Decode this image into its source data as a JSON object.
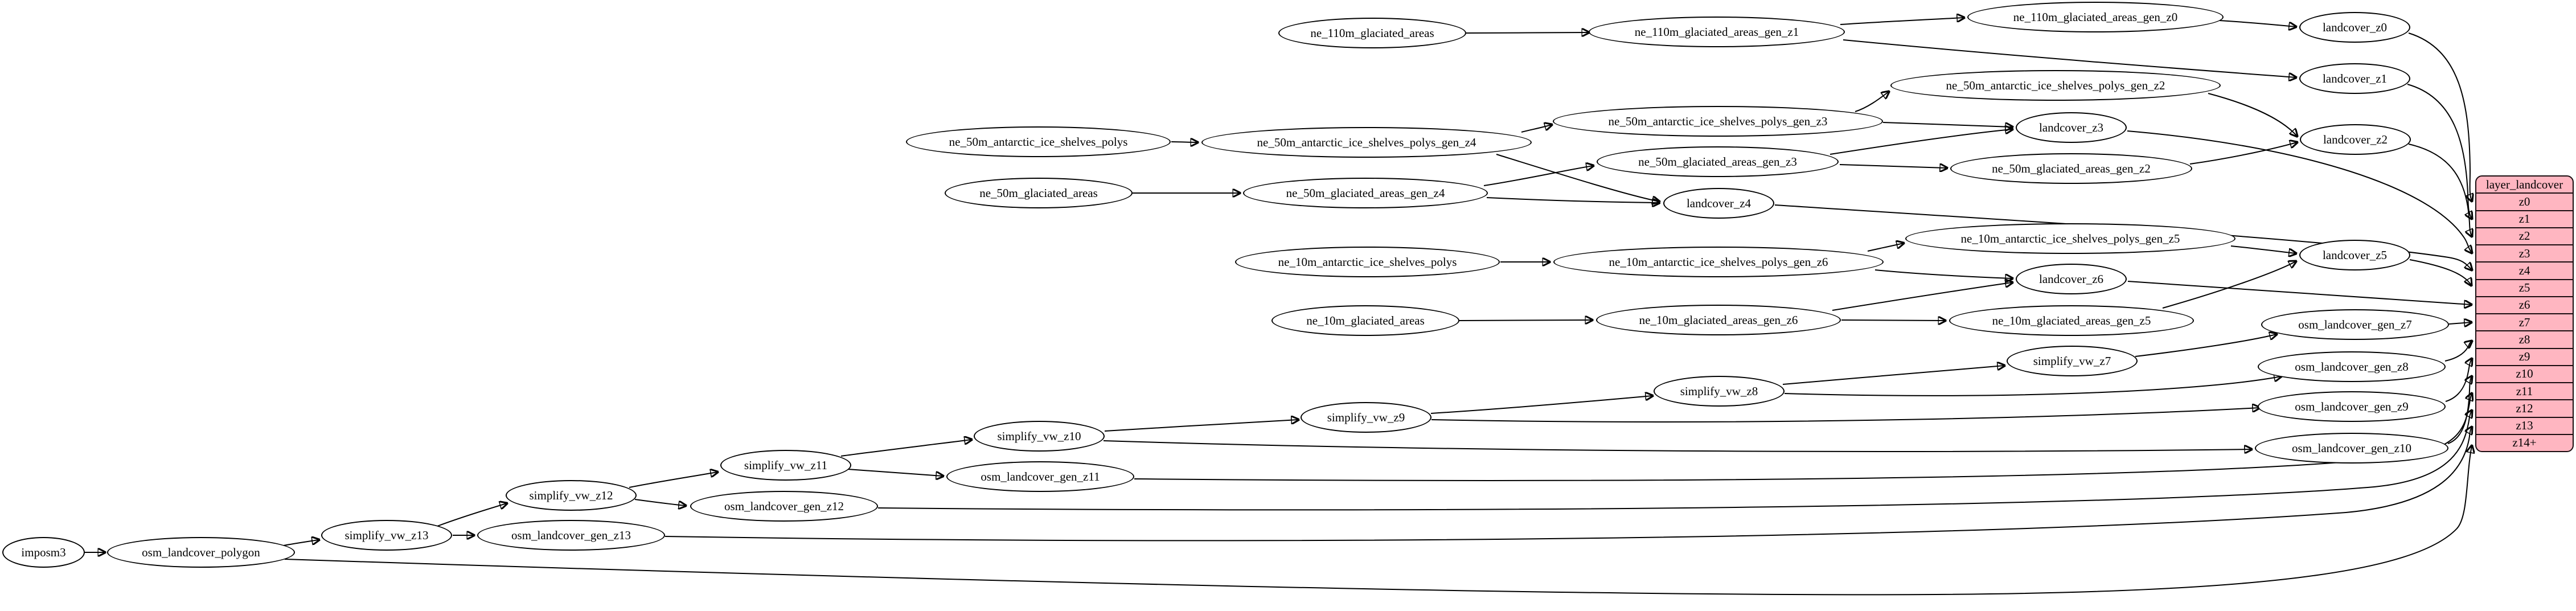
{
  "diagram": {
    "type": "dependency-graph",
    "background_color": "#ffffff",
    "node_fill": "#ffffff",
    "node_stroke": "#000000",
    "edge_color": "#000000",
    "table_fill": "#ffb6c1",
    "table_stroke": "#1a0d10"
  },
  "nodes": [
    {
      "label": "imposm3"
    },
    {
      "label": "osm_landcover_polygon"
    },
    {
      "label": "simplify_vw_z13"
    },
    {
      "label": "osm_landcover_gen_z13"
    },
    {
      "label": "simplify_vw_z12"
    },
    {
      "label": "osm_landcover_gen_z12"
    },
    {
      "label": "simplify_vw_z11"
    },
    {
      "label": "osm_landcover_gen_z11"
    },
    {
      "label": "simplify_vw_z10"
    },
    {
      "label": "osm_landcover_gen_z10"
    },
    {
      "label": "simplify_vw_z9"
    },
    {
      "label": "osm_landcover_gen_z9"
    },
    {
      "label": "simplify_vw_z8"
    },
    {
      "label": "osm_landcover_gen_z8"
    },
    {
      "label": "simplify_vw_z7"
    },
    {
      "label": "osm_landcover_gen_z7"
    },
    {
      "label": "ne_10m_glaciated_areas"
    },
    {
      "label": "ne_10m_glaciated_areas_gen_z6"
    },
    {
      "label": "ne_10m_glaciated_areas_gen_z5"
    },
    {
      "label": "ne_10m_antarctic_ice_shelves_polys"
    },
    {
      "label": "ne_10m_antarctic_ice_shelves_polys_gen_z6"
    },
    {
      "label": "ne_10m_antarctic_ice_shelves_polys_gen_z5"
    },
    {
      "label": "landcover_z5"
    },
    {
      "label": "landcover_z6"
    },
    {
      "label": "ne_50m_glaciated_areas"
    },
    {
      "label": "ne_50m_glaciated_areas_gen_z4"
    },
    {
      "label": "ne_50m_glaciated_areas_gen_z3"
    },
    {
      "label": "ne_50m_glaciated_areas_gen_z2"
    },
    {
      "label": "ne_50m_antarctic_ice_shelves_polys"
    },
    {
      "label": "ne_50m_antarctic_ice_shelves_polys_gen_z4"
    },
    {
      "label": "ne_50m_antarctic_ice_shelves_polys_gen_z3"
    },
    {
      "label": "ne_50m_antarctic_ice_shelves_polys_gen_z2"
    },
    {
      "label": "landcover_z4"
    },
    {
      "label": "landcover_z3"
    },
    {
      "label": "landcover_z2"
    },
    {
      "label": "ne_110m_glaciated_areas"
    },
    {
      "label": "ne_110m_glaciated_areas_gen_z1"
    },
    {
      "label": "ne_110m_glaciated_areas_gen_z0"
    },
    {
      "label": "landcover_z0"
    },
    {
      "label": "landcover_z1"
    }
  ],
  "table": {
    "title": "layer_landcover",
    "rows": [
      "z0",
      "z1",
      "z2",
      "z3",
      "z4",
      "z5",
      "z6",
      "z7",
      "z8",
      "z9",
      "z10",
      "z11",
      "z12",
      "z13",
      "z14+"
    ]
  },
  "edges": [
    {
      "from": "imposm3",
      "to": "osm_landcover_polygon"
    },
    {
      "from": "osm_landcover_polygon",
      "to": "simplify_vw_z13"
    },
    {
      "from": "osm_landcover_polygon",
      "to": "layer_landcover:z14+"
    },
    {
      "from": "simplify_vw_z13",
      "to": "osm_landcover_gen_z13"
    },
    {
      "from": "simplify_vw_z13",
      "to": "simplify_vw_z12"
    },
    {
      "from": "osm_landcover_gen_z13",
      "to": "layer_landcover:z13"
    },
    {
      "from": "simplify_vw_z12",
      "to": "osm_landcover_gen_z12"
    },
    {
      "from": "simplify_vw_z12",
      "to": "simplify_vw_z11"
    },
    {
      "from": "osm_landcover_gen_z12",
      "to": "layer_landcover:z12"
    },
    {
      "from": "simplify_vw_z11",
      "to": "osm_landcover_gen_z11"
    },
    {
      "from": "simplify_vw_z11",
      "to": "simplify_vw_z10"
    },
    {
      "from": "osm_landcover_gen_z11",
      "to": "layer_landcover:z11"
    },
    {
      "from": "simplify_vw_z10",
      "to": "simplify_vw_z9"
    },
    {
      "from": "simplify_vw_z10",
      "to": "osm_landcover_gen_z10"
    },
    {
      "from": "osm_landcover_gen_z10",
      "to": "layer_landcover:z10"
    },
    {
      "from": "simplify_vw_z9",
      "to": "simplify_vw_z8"
    },
    {
      "from": "simplify_vw_z9",
      "to": "osm_landcover_gen_z9"
    },
    {
      "from": "osm_landcover_gen_z9",
      "to": "layer_landcover:z9"
    },
    {
      "from": "simplify_vw_z8",
      "to": "simplify_vw_z7"
    },
    {
      "from": "simplify_vw_z8",
      "to": "osm_landcover_gen_z8"
    },
    {
      "from": "osm_landcover_gen_z8",
      "to": "layer_landcover:z8"
    },
    {
      "from": "simplify_vw_z7",
      "to": "osm_landcover_gen_z7"
    },
    {
      "from": "osm_landcover_gen_z7",
      "to": "layer_landcover:z7"
    },
    {
      "from": "ne_10m_glaciated_areas",
      "to": "ne_10m_glaciated_areas_gen_z6"
    },
    {
      "from": "ne_10m_glaciated_areas_gen_z6",
      "to": "ne_10m_glaciated_areas_gen_z5"
    },
    {
      "from": "ne_10m_glaciated_areas_gen_z6",
      "to": "landcover_z6"
    },
    {
      "from": "ne_10m_glaciated_areas_gen_z5",
      "to": "landcover_z5"
    },
    {
      "from": "ne_10m_antarctic_ice_shelves_polys",
      "to": "ne_10m_antarctic_ice_shelves_polys_gen_z6"
    },
    {
      "from": "ne_10m_antarctic_ice_shelves_polys_gen_z6",
      "to": "ne_10m_antarctic_ice_shelves_polys_gen_z5"
    },
    {
      "from": "ne_10m_antarctic_ice_shelves_polys_gen_z6",
      "to": "landcover_z6"
    },
    {
      "from": "ne_10m_antarctic_ice_shelves_polys_gen_z5",
      "to": "landcover_z5"
    },
    {
      "from": "landcover_z5",
      "to": "layer_landcover:z5"
    },
    {
      "from": "landcover_z6",
      "to": "layer_landcover:z6"
    },
    {
      "from": "ne_50m_antarctic_ice_shelves_polys",
      "to": "ne_50m_antarctic_ice_shelves_polys_gen_z4"
    },
    {
      "from": "ne_50m_antarctic_ice_shelves_polys_gen_z4",
      "to": "ne_50m_antarctic_ice_shelves_polys_gen_z3"
    },
    {
      "from": "ne_50m_antarctic_ice_shelves_polys_gen_z4",
      "to": "landcover_z4"
    },
    {
      "from": "ne_50m_antarctic_ice_shelves_polys_gen_z3",
      "to": "ne_50m_antarctic_ice_shelves_polys_gen_z2"
    },
    {
      "from": "ne_50m_antarctic_ice_shelves_polys_gen_z3",
      "to": "landcover_z3"
    },
    {
      "from": "ne_50m_antarctic_ice_shelves_polys_gen_z2",
      "to": "landcover_z2"
    },
    {
      "from": "ne_50m_glaciated_areas",
      "to": "ne_50m_glaciated_areas_gen_z4"
    },
    {
      "from": "ne_50m_glaciated_areas_gen_z4",
      "to": "ne_50m_glaciated_areas_gen_z3"
    },
    {
      "from": "ne_50m_glaciated_areas_gen_z4",
      "to": "landcover_z4"
    },
    {
      "from": "ne_50m_glaciated_areas_gen_z3",
      "to": "ne_50m_glaciated_areas_gen_z2"
    },
    {
      "from": "ne_50m_glaciated_areas_gen_z3",
      "to": "landcover_z3"
    },
    {
      "from": "ne_50m_glaciated_areas_gen_z2",
      "to": "landcover_z2"
    },
    {
      "from": "landcover_z3",
      "to": "layer_landcover:z3"
    },
    {
      "from": "landcover_z4",
      "to": "layer_landcover:z4"
    },
    {
      "from": "landcover_z2",
      "to": "layer_landcover:z2"
    },
    {
      "from": "landcover_z0",
      "to": "layer_landcover:z0"
    },
    {
      "from": "landcover_z1",
      "to": "layer_landcover:z1"
    },
    {
      "from": "ne_110m_glaciated_areas",
      "to": "ne_110m_glaciated_areas_gen_z1"
    },
    {
      "from": "ne_110m_glaciated_areas_gen_z1",
      "to": "ne_110m_glaciated_areas_gen_z0"
    },
    {
      "from": "ne_110m_glaciated_areas_gen_z1",
      "to": "landcover_z1"
    },
    {
      "from": "ne_110m_glaciated_areas_gen_z0",
      "to": "landcover_z0"
    }
  ]
}
